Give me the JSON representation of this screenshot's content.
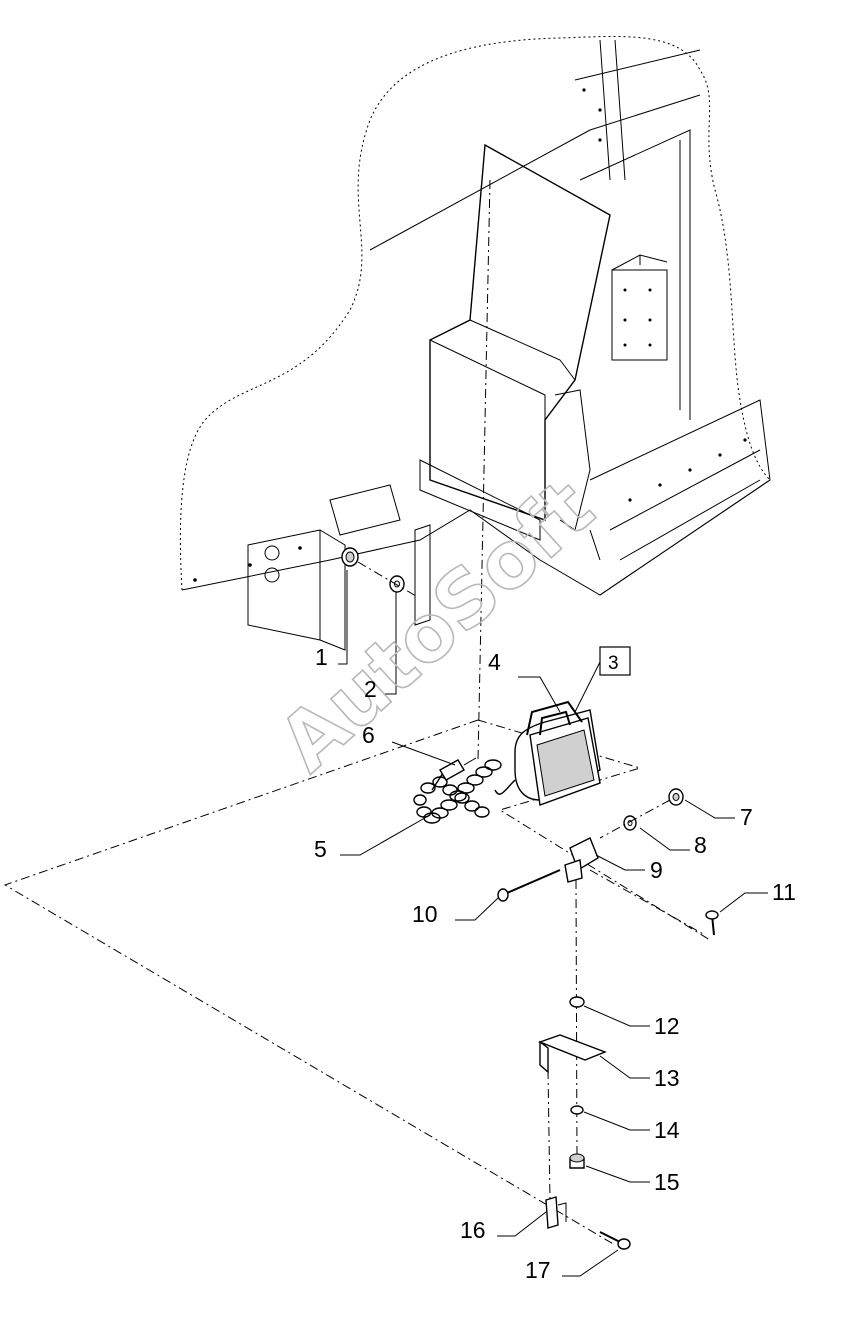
{
  "watermark": "AutoSoft",
  "boxed_label": "3",
  "callouts": [
    "1",
    "2",
    "4",
    "5",
    "6",
    "7",
    "8",
    "9",
    "10",
    "11",
    "12",
    "13",
    "14",
    "15",
    "16",
    "17"
  ]
}
